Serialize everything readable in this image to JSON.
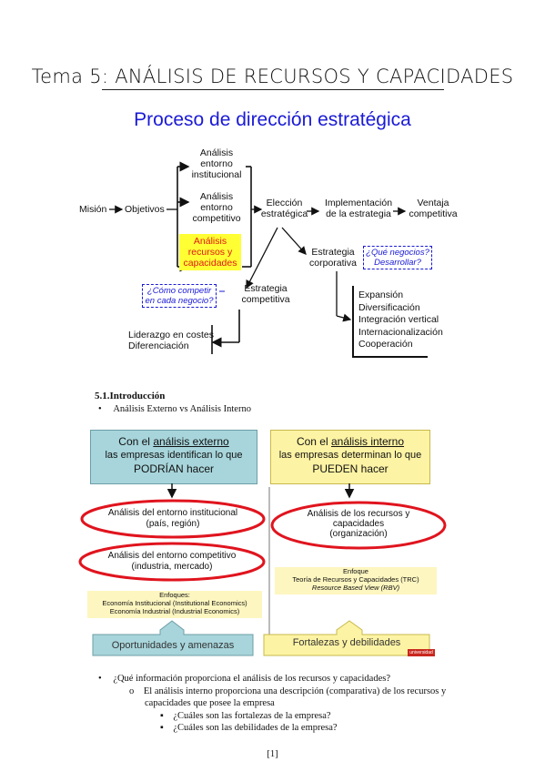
{
  "page_title": "Tema 5: ANÁLISIS DE RECURSOS Y CAPACIDADES",
  "diagram1": {
    "title": "Proceso de dirección estratégica",
    "mision": "Misión",
    "objetivos": "Objetivos",
    "analisis_institucional": [
      "Análisis",
      "entorno",
      "institucional"
    ],
    "analisis_competitivo": [
      "Análisis",
      "entorno",
      "competitivo"
    ],
    "analisis_recursos": [
      "Análisis",
      "recursos y",
      "capacidades"
    ],
    "eleccion": [
      "Elección",
      "estratégica"
    ],
    "implementacion": [
      "Implementación",
      "de la estrategia"
    ],
    "ventaja": [
      "Ventaja",
      "competitiva"
    ],
    "estrategia_corporativa": [
      "Estrategia",
      "corporativa"
    ],
    "q_negocios": [
      "¿Qué negocios?",
      "Desarrollar?"
    ],
    "q_competir": [
      "¿Cómo competir",
      "en cada negocio?"
    ],
    "estrategia_competitiva": [
      "Estrategia",
      "competitiva"
    ],
    "competitiva_list": [
      "Liderazgo en costes",
      "Diferenciación"
    ],
    "corporativa_list": [
      "Expansión",
      "Diversificación",
      "Integración vertical",
      "Internacionalización",
      "Cooperación"
    ]
  },
  "section": {
    "heading": "5.1.Introducción",
    "bullet1": "Análisis Externo vs Análisis Interno"
  },
  "diagram2": {
    "ext_box": {
      "l1_pre": "Con el ",
      "l1_u": "análisis externo",
      "l2": "las empresas identifican lo que",
      "l3": "PODRÍAN hacer"
    },
    "int_box": {
      "l1_pre": "Con el ",
      "l1_u": "análisis interno",
      "l2": "las empresas determinan lo que",
      "l3": "PUEDEN hacer"
    },
    "oval1": [
      "Análisis del entorno institucional",
      "(país, región)"
    ],
    "oval2": [
      "Análisis del entorno competitivo",
      "(industria, mercado)"
    ],
    "oval3": [
      "Análisis de los recursos y",
      "capacidades",
      "(organización)"
    ],
    "enfoques_ext": [
      "Enfoques:",
      "Economía Institucional (Institutional Economics)",
      "Economía Industrial (Industrial Economics)"
    ],
    "enfoque_int": [
      "Enfoque",
      "Teoría de Recursos y Capacidades (TRC)",
      "Resource Based View (RBV)"
    ],
    "oportunidades": "Oportunidades y amenazas",
    "fortalezas": "Fortalezas y debilidades",
    "logo": "universidad"
  },
  "questions": {
    "q1": "¿Qué información proporciona el análisis de los recursos y capacidades?",
    "a1_line1": "El análisis interno proporciona una descripción (comparativa) de los recursos y",
    "a1_line2": "capacidades que posee la empresa",
    "s1": "¿Cuáles son las fortalezas de la empresa?",
    "s2": "¿Cuáles son las debilidades de la empresa?"
  },
  "page_number": "[1]",
  "colors": {
    "blue_title": "#1a1ad6",
    "highlight_yellow": "#ffff33",
    "highlight_red_text": "#e01818",
    "oval_red": "#e0141e",
    "ext_box": "#a7d5db",
    "int_box": "#fdf3a4"
  }
}
